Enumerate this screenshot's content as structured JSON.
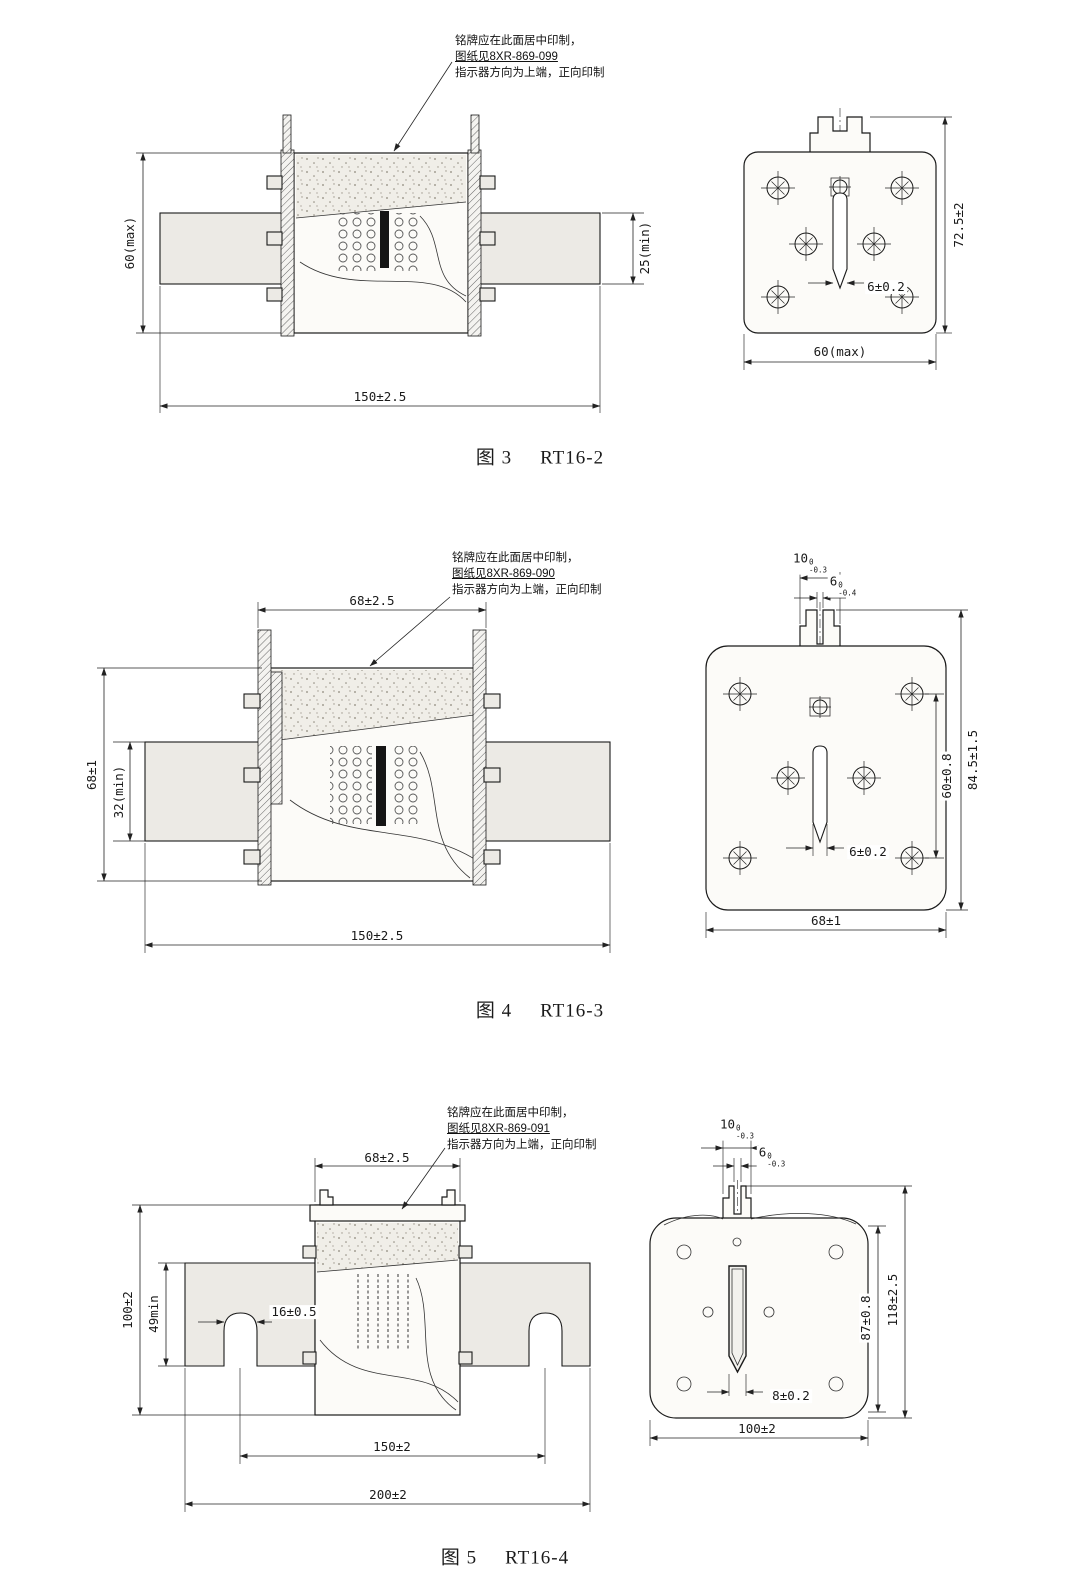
{
  "document": {
    "background": "#ffffff",
    "ink": "#1a1a1a"
  },
  "figures": [
    {
      "model": "RT16-2",
      "caption_prefix": "图 3",
      "note": {
        "line1": "铭牌应在此面居中印制，",
        "line2": "图纸见8XR-869-099",
        "line3": "指示器方向为上端，正向印制"
      },
      "side_dims": {
        "body_height": "60(max)",
        "blade_height": "25(min)",
        "overall_length": "150±2.5"
      },
      "front_dims": {
        "overall_height": "72.5±2",
        "slot_width": "6±0.2",
        "body_width": "60(max)"
      }
    },
    {
      "model": "RT16-3",
      "caption_prefix": "图 4",
      "note": {
        "line1": "铭牌应在此面居中印制，",
        "line2": "图纸见8XR-869-090",
        "line3": "指示器方向为上端，正向印制"
      },
      "side_dims": {
        "cap_width": "68±2.5",
        "body_height": "68±1",
        "blade_height": "32(min)",
        "overall_length": "150±2.5"
      },
      "front_dims": {
        "tab_width": {
          "main": "10",
          "upper": "0",
          "lower": "-0.3"
        },
        "tab_slot_width": {
          "main": "6",
          "upper": "0",
          "lower": "-0.4"
        },
        "hole_spacing": "60±0.8",
        "overall_height": "84.5±1.5",
        "slot_width": "6±0.2",
        "body_width": "68±1"
      }
    },
    {
      "model": "RT16-4",
      "caption_prefix": "图 5",
      "note": {
        "line1": "铭牌应在此面居中印制，",
        "line2": "图纸见8XR-869-091",
        "line3": "指示器方向为上端，正向印制"
      },
      "side_dims": {
        "cap_width": "68±2.5",
        "body_height": "100±2",
        "blade_height": "49min",
        "notch_width": "16±0.5",
        "notch_spacing": "150±2",
        "overall_length": "200±2"
      },
      "front_dims": {
        "tab_width": {
          "main": "10",
          "upper": "0",
          "lower": "-0.3"
        },
        "tab_slot_width": {
          "main": "6",
          "upper": "0",
          "lower": "-0.3"
        },
        "body_height": "87±0.8",
        "overall_height": "118±2.5",
        "slot_width": "8±0.2",
        "body_width": "100±2"
      }
    }
  ]
}
